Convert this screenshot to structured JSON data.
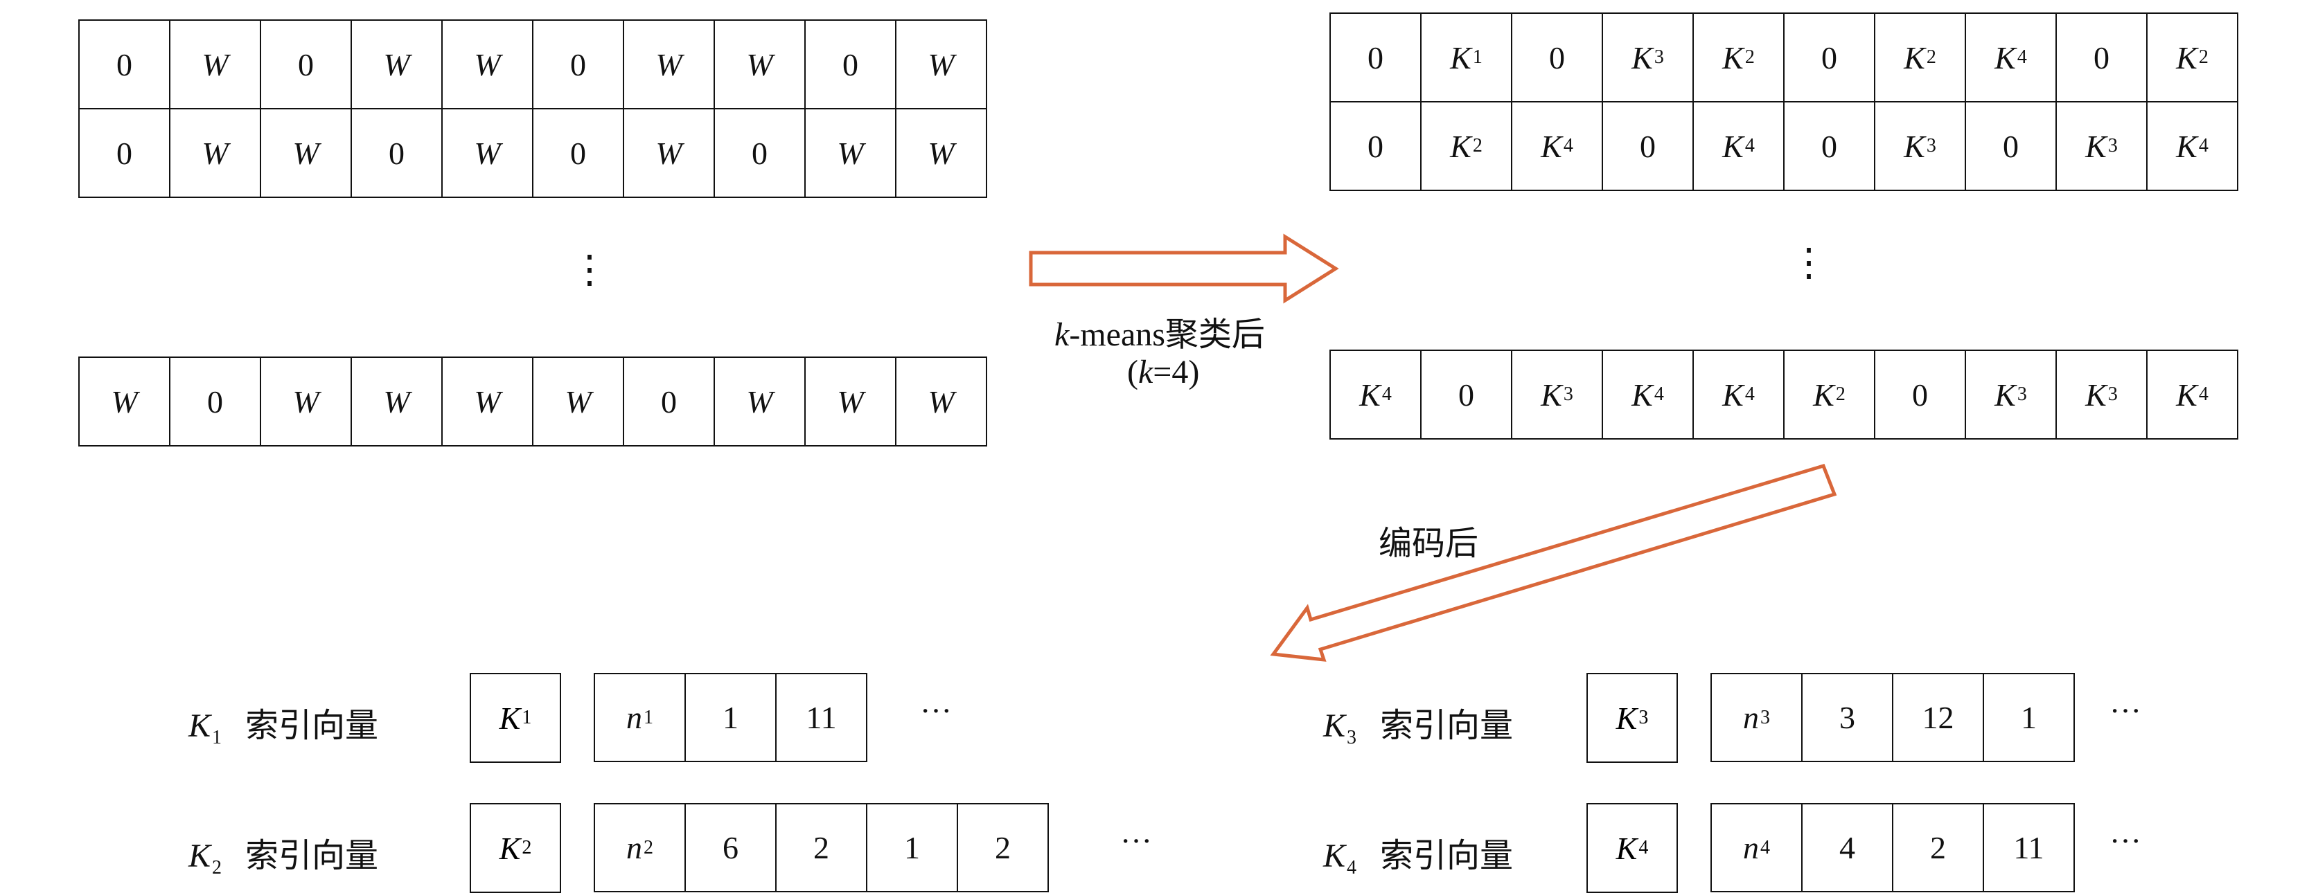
{
  "left_rows": [
    [
      "0",
      "W",
      "0",
      "W",
      "W",
      "0",
      "W",
      "W",
      "0",
      "W"
    ],
    [
      "0",
      "W",
      "W",
      "0",
      "W",
      "0",
      "W",
      "0",
      "W",
      "W"
    ],
    [
      "W",
      "0",
      "W",
      "W",
      "W",
      "W",
      "0",
      "W",
      "W",
      "W"
    ]
  ],
  "right_rows": [
    [
      "0",
      "K1",
      "0",
      "K3",
      "K2",
      "0",
      "K2",
      "K4",
      "0",
      "K2"
    ],
    [
      "0",
      "K2",
      "K4",
      "0",
      "K4",
      "0",
      "K3",
      "0",
      "K3",
      "K4"
    ],
    [
      "K4",
      "0",
      "K3",
      "K4",
      "K4",
      "K2",
      "0",
      "K3",
      "K3",
      "K4"
    ]
  ],
  "vertical_ellipsis": "⋮",
  "cluster_arrow_label_line1": "k-means聚类后",
  "cluster_arrow_label_line2": "(k=4)",
  "encode_arrow_label": "编码后",
  "index_label_text": "索引向量",
  "horizontal_ellipsis": "···",
  "index_vectors": [
    {
      "key": "K1",
      "values": [
        "n1",
        "1",
        "11"
      ]
    },
    {
      "key": "K2",
      "values": [
        "n2",
        "6",
        "2",
        "1",
        "2"
      ]
    },
    {
      "key": "K3",
      "values": [
        "n3",
        "3",
        "12",
        "1"
      ]
    },
    {
      "key": "K4",
      "values": [
        "n4",
        "4",
        "2",
        "11"
      ]
    }
  ],
  "colors": {
    "arrow_stroke": "#d9673a",
    "line": "#111111"
  }
}
